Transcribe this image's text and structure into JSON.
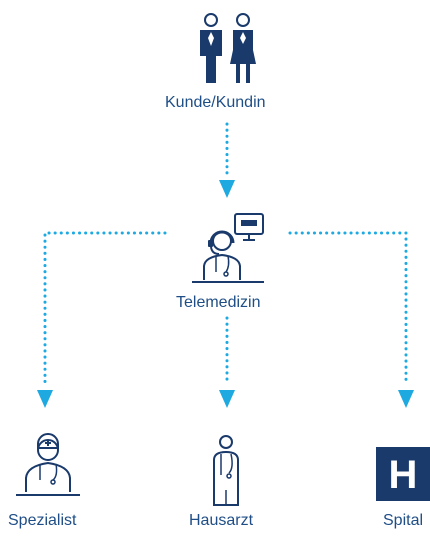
{
  "diagram": {
    "nodes": {
      "customer": {
        "label": "Kunde/Kundin",
        "icon": "couple-icon"
      },
      "telemedicine": {
        "label": "Telemedizin",
        "icon": "call-center-agent-icon"
      },
      "specialist": {
        "label": "Spezialist",
        "icon": "doctor-icon"
      },
      "gp": {
        "label": "Hausarzt",
        "icon": "physician-icon"
      },
      "hospital": {
        "label": "Spital",
        "icon": "hospital-icon",
        "icon_letter": "H"
      }
    },
    "colors": {
      "icon": "#1a3a6b",
      "label": "#1f4e86",
      "connector": "#1ea9e1"
    }
  }
}
